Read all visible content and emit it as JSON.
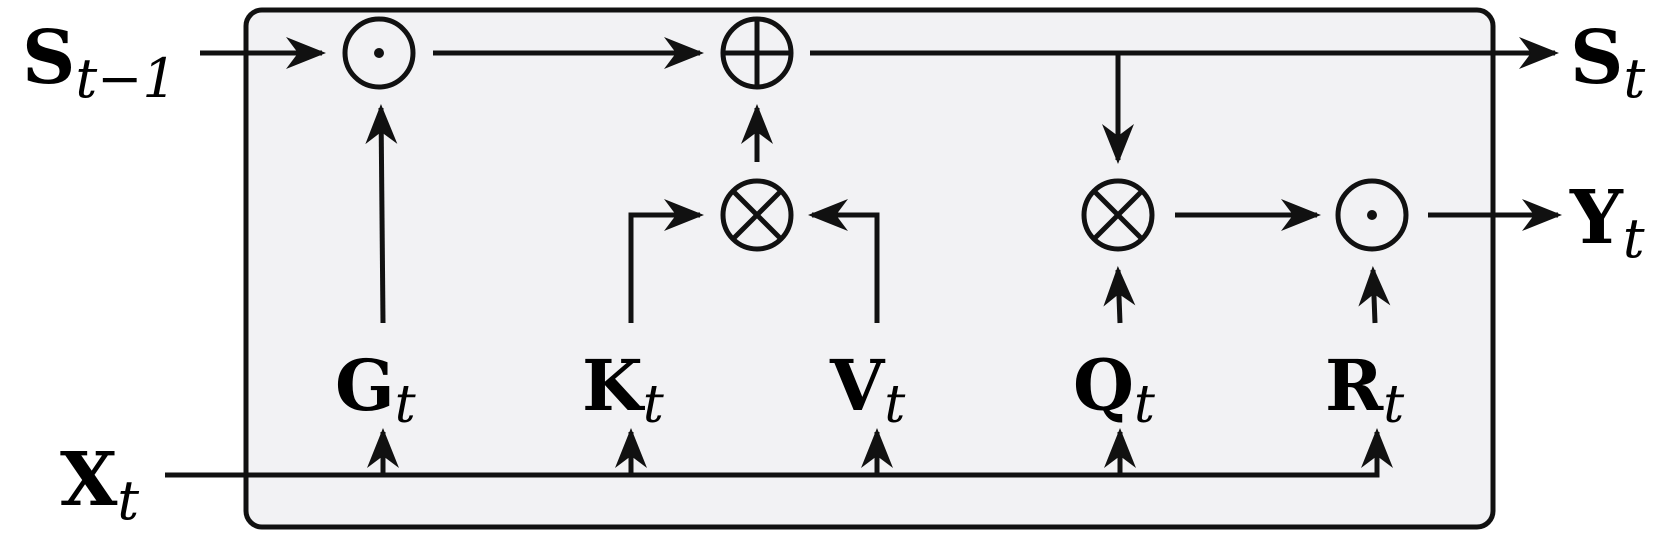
{
  "inputs": {
    "prev_state": {
      "symbol": "S",
      "subscript": "t−1"
    },
    "input": {
      "symbol": "X",
      "subscript": "t"
    }
  },
  "outputs": {
    "state": {
      "symbol": "S",
      "subscript": "t"
    },
    "output": {
      "symbol": "Y",
      "subscript": "t"
    }
  },
  "projections": [
    {
      "symbol": "G",
      "subscript": "t"
    },
    {
      "symbol": "K",
      "subscript": "t"
    },
    {
      "symbol": "V",
      "subscript": "t"
    },
    {
      "symbol": "Q",
      "subscript": "t"
    },
    {
      "symbol": "R",
      "subscript": "t"
    }
  ],
  "operators": {
    "gate_product": "⊙",
    "state_add": "⊕",
    "kv_outer": "⊗",
    "q_product": "⊗",
    "output_gate": "⊙"
  },
  "colors": {
    "cell_fill": "#f2f2f4",
    "stroke": "#111111"
  }
}
